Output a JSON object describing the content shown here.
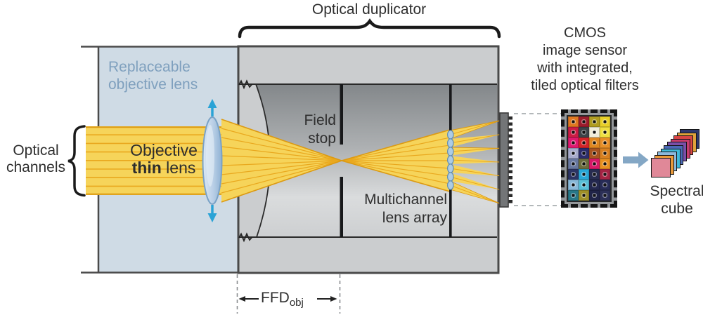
{
  "labels": {
    "optical_duplicator": "Optical duplicator",
    "cmos": {
      "lines": [
        "CMOS",
        "image sensor",
        "with integrated,",
        "tiled optical filters"
      ]
    },
    "optical_channels": {
      "lines": [
        "Optical",
        "channels"
      ]
    },
    "replaceable_lens": {
      "lines": [
        "Replaceable",
        "objective lens"
      ]
    },
    "objective_lens": {
      "line1": "Objective",
      "bold": "thin",
      "rest": " lens"
    },
    "field_stop": {
      "lines": [
        "Field",
        "stop"
      ]
    },
    "multichannel": {
      "lines": [
        "Multichannel",
        "lens array"
      ]
    },
    "ffd": {
      "main": "FFD",
      "sub": "obj"
    },
    "spectral_cube": {
      "lines": [
        "Spectral",
        "cube"
      ]
    }
  },
  "colors": {
    "beam_fill": "#F6D45A",
    "beam_channel_line": "#E9A81E",
    "beam_edge": "#DC9A12",
    "housing_fill": "#CBCDCF",
    "housing_border": "#4A4A4A",
    "chamber_top": "#83878A",
    "chamber_bottom": "#CDCFD1",
    "objective_panel": "#CFDBE5",
    "lens_fill": "#C3D6E8",
    "lens_stroke": "#7AA2C6",
    "focus_arrow_cyan": "#2AA3D6",
    "block_arrow_blue": "#84A7C5",
    "label_blue": "#7FA0BE",
    "sensor_plate": "#737577",
    "text_dark": "#2E2E2E"
  },
  "cmos_chip": {
    "cols": 4,
    "rows": 8,
    "tile_colors": [
      "#E07820",
      "#9C1C2C",
      "#B09C20",
      "#E8D028",
      "#CC1C44",
      "#3C4448",
      "#F0ECD8",
      "#F0E040",
      "#E01870",
      "#D42428",
      "#E08820",
      "#E89028",
      "#A8ACCC",
      "#2C2C6C",
      "#A85420",
      "#D88020",
      "#6878A0",
      "#6C6C3C",
      "#D81868",
      "#E89020",
      "#2C3464",
      "#28A8D8",
      "#282C50",
      "#A42444",
      "#88B8D8",
      "#58C0D8",
      "#242850",
      "#282C58",
      "#287888",
      "#A09028",
      "#202448",
      "#2C3058"
    ]
  },
  "spectral_cube_graphic": {
    "slab_colors_front_to_back": [
      "#E08898",
      "#E8993A",
      "#8BB9DC",
      "#3FB9D9",
      "#4A6AB6",
      "#7A4FA8",
      "#C83D6E",
      "#D84444",
      "#E0A23A",
      "#30386C"
    ]
  }
}
